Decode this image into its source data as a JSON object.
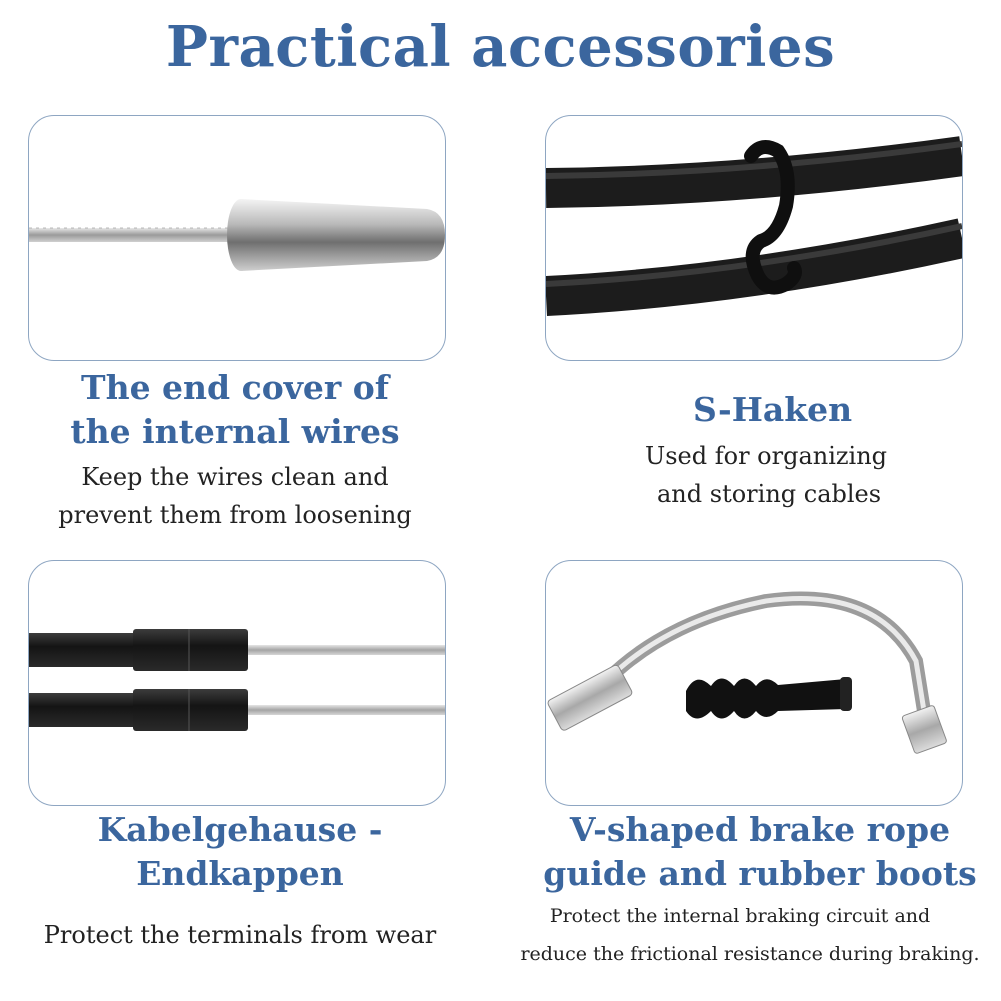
{
  "title": "Practical accessories",
  "items": [
    {
      "heading_lines": [
        "The end cover of",
        "the internal wires"
      ],
      "desc_lines": [
        "Keep the wires clean and",
        "prevent them from loosening"
      ]
    },
    {
      "heading_lines": [
        "S-Haken"
      ],
      "desc_lines": [
        "Used for organizing",
        "and storing cables"
      ]
    },
    {
      "heading_lines": [
        "Kabelgehause -",
        "Endkappen"
      ],
      "desc_lines": [
        "Protect the terminals from wear"
      ]
    },
    {
      "heading_lines": [
        "V-shaped brake rope",
        "guide and rubber boots"
      ],
      "desc_lines": [
        "Protect the internal braking circuit and",
        "reduce the frictional resistance during braking."
      ]
    }
  ]
}
